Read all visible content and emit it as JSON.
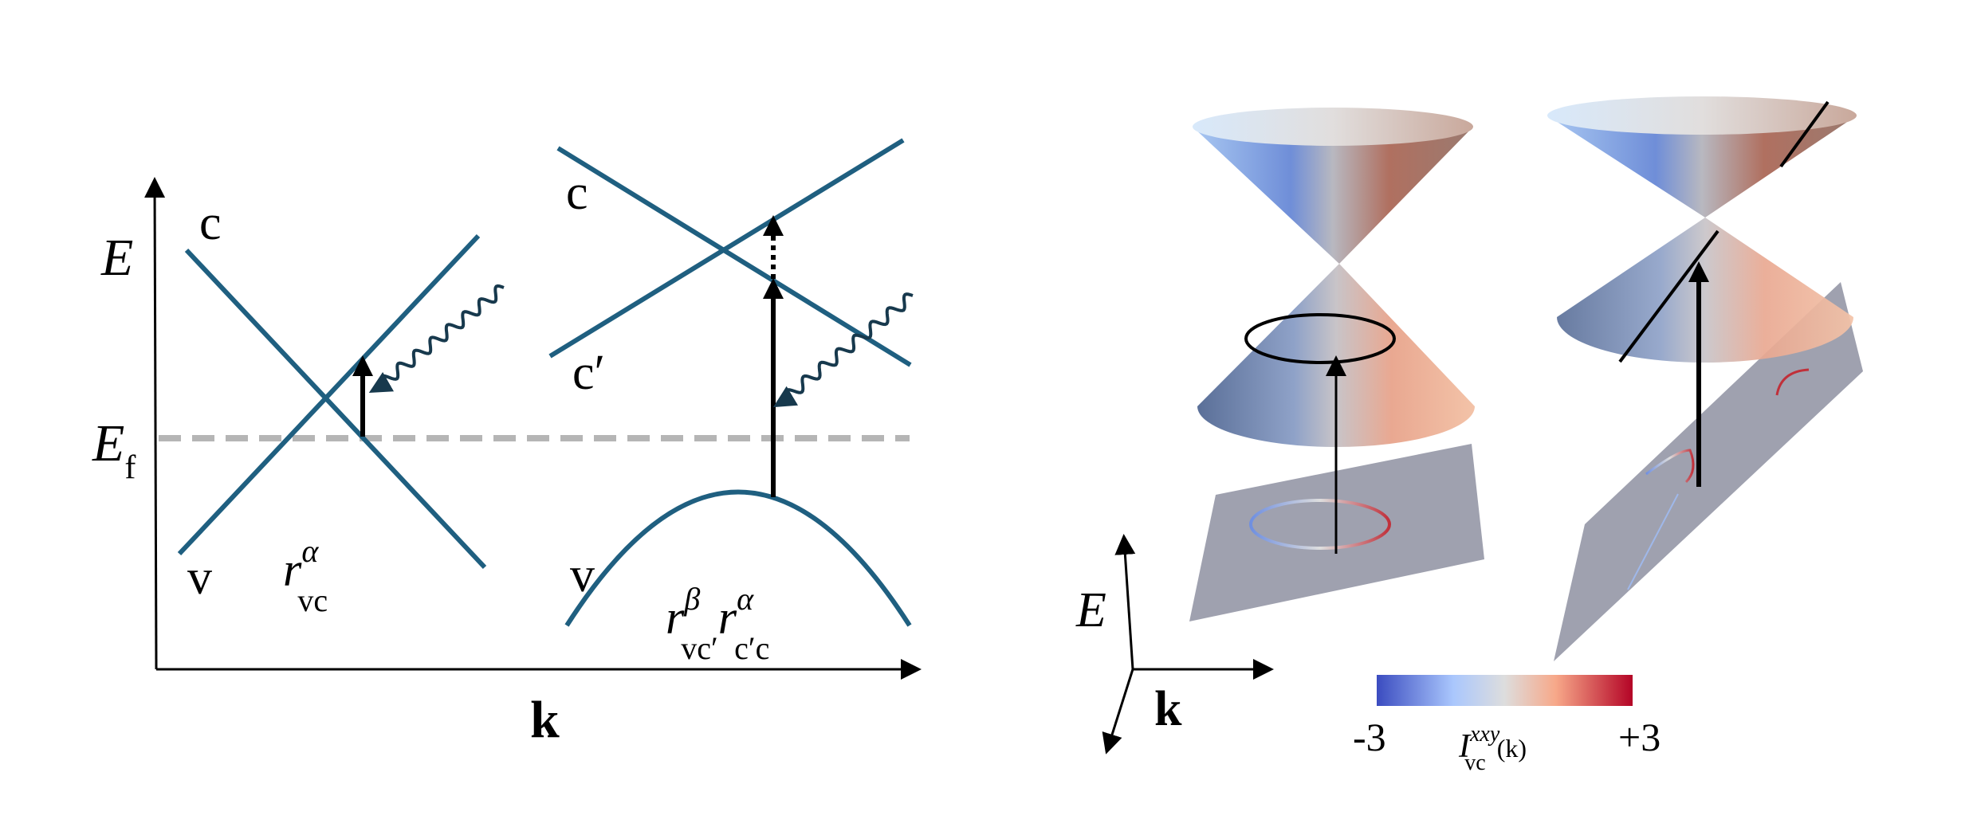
{
  "colors": {
    "band": "#1f5f80",
    "fermi_line": "#b5b5b5",
    "arrow": "#000000",
    "plane": "#9a9cab",
    "colormap_low": "#3b4cc0",
    "colormap_mid": "#dddddd",
    "colormap_high": "#b40426"
  },
  "left_panel": {
    "energy_axis_label": "E",
    "fermi_label": {
      "main": "E",
      "sub": "f"
    },
    "momentum_axis_label": "k",
    "left_cone": {
      "conduction_label": "c",
      "valence_label": "v",
      "matrix_element": {
        "main": "r",
        "sup": "α",
        "sub": "vc"
      }
    },
    "right_cone": {
      "conduction_label": "c",
      "intermediate_label": "c′",
      "valence_label": "v",
      "matrix_element_1": {
        "main": "r",
        "sup": "β",
        "sub": "vc′"
      },
      "matrix_element_2": {
        "main": "r",
        "sup": "α",
        "sub": "c′c"
      }
    }
  },
  "right_panel": {
    "energy_axis_label": "E",
    "momentum_axis_label": "k",
    "colorbar": {
      "min_label": "-3",
      "max_label": "+3",
      "min": -3,
      "max": 3,
      "quantity": {
        "main": "I",
        "sup": "xxy",
        "sub": "vc",
        "arg": "(k)"
      }
    }
  }
}
